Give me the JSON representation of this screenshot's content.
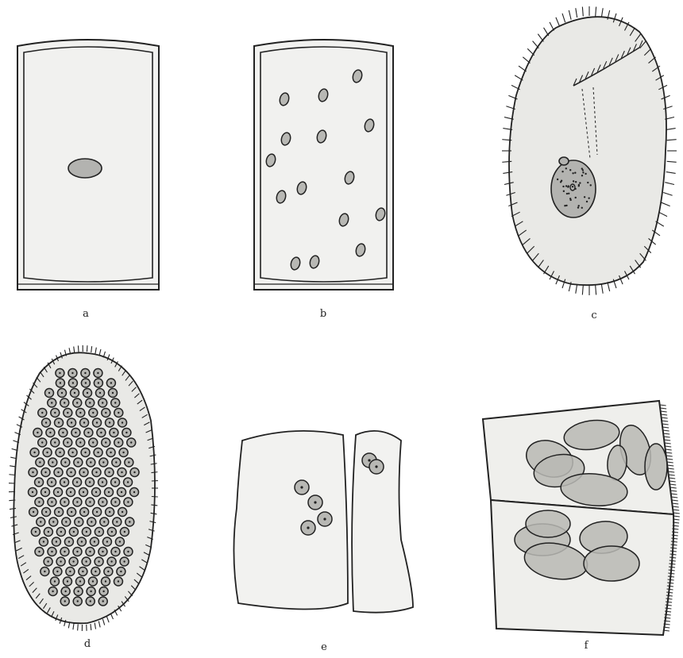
{
  "panels": {
    "a": {
      "label": "a"
    },
    "b": {
      "label": "b"
    },
    "c": {
      "label": "c"
    },
    "d": {
      "label": "d"
    },
    "e": {
      "label": "e"
    },
    "f": {
      "label": "f"
    }
  }
}
